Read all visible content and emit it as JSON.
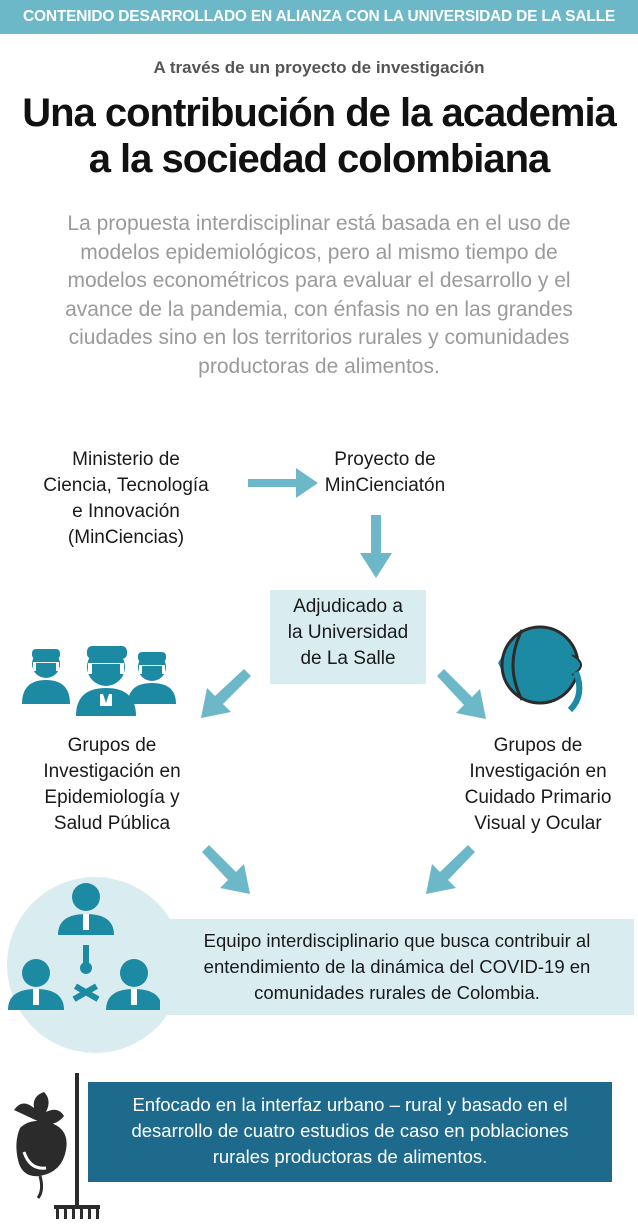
{
  "header": {
    "banner": "CONTENIDO DESARROLLADO EN ALIANZA CON LA UNIVERSIDAD DE LA SALLE",
    "kicker": "A través de un proyecto de investigación",
    "title_line1": "Una contribución de la academia",
    "title_line2": "a la sociedad colombiana",
    "intro": "La propuesta interdisciplinar está basada en el uso de modelos epidemiológicos, pero al mismo tiempo de modelos econométricos para evaluar el desarrollo y el avance de la pandemia, con énfasis no en las grandes ciudades sino en los territorios rurales y comunidades productoras de alimentos."
  },
  "diagram": {
    "ministry": [
      "Ministerio de",
      "Ciencia, Tecnología",
      "e Innovación",
      "(MinCiencias)"
    ],
    "project": [
      "Proyecto de",
      "MinCienciatón"
    ],
    "awarded": [
      "Adjudicado a",
      "la Universidad",
      "de La Salle"
    ],
    "group_epi": [
      "Grupos de",
      "Investigación en",
      "Epidemiología y",
      "Salud Pública"
    ],
    "group_visual": [
      "Grupos de",
      "Investigación en",
      "Cuidado Primario",
      "Visual y Ocular"
    ],
    "team": [
      "Equipo interdisciplinario que busca contribuir al",
      "entendimiento de la dinámica del COVID-19 en",
      "comunidades rurales de Colombia."
    ],
    "focus": [
      "Enfocado en la interfaz urbano – rural y basado en el",
      "desarrollo de cuatro estudios de caso en poblaciones",
      "rurales productoras de alimentos."
    ]
  },
  "colors": {
    "accent": "#6cb8c9",
    "light_box": "#d9edf1",
    "dark_box": "#1e6a8c",
    "icon_teal": "#1d8aa3",
    "icon_dark": "#2b2b2b"
  }
}
